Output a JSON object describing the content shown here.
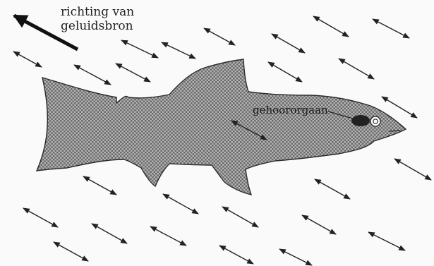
{
  "labels": {
    "sound_direction_line1": "richting van",
    "sound_direction_line2": "geluidsbron",
    "hearing_organ": "gehoororgaan"
  }
}
